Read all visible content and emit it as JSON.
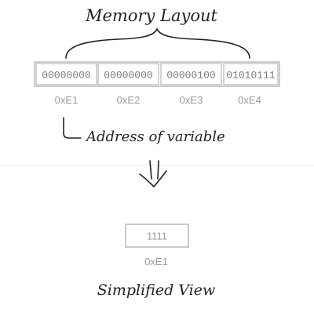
{
  "title": "Memory Layout",
  "memory_cells": [
    {
      "bits": "00000000",
      "address": "0xE1"
    },
    {
      "bits": "00000000",
      "address": "0xE2"
    },
    {
      "bits": "00000100",
      "address": "0xE3"
    },
    {
      "bits": "01010111",
      "address": "0xE4"
    }
  ],
  "pointer_label": "Address of variable",
  "simplified": {
    "value": "1111",
    "address": "0xE1",
    "caption": "Simplified View"
  },
  "colors": {
    "cell_border": "#bdbdbd",
    "cell_text": "#7a7a7a",
    "address_text": "#9a9a9a",
    "ink": "#222222",
    "divider": "#eeeeee"
  }
}
